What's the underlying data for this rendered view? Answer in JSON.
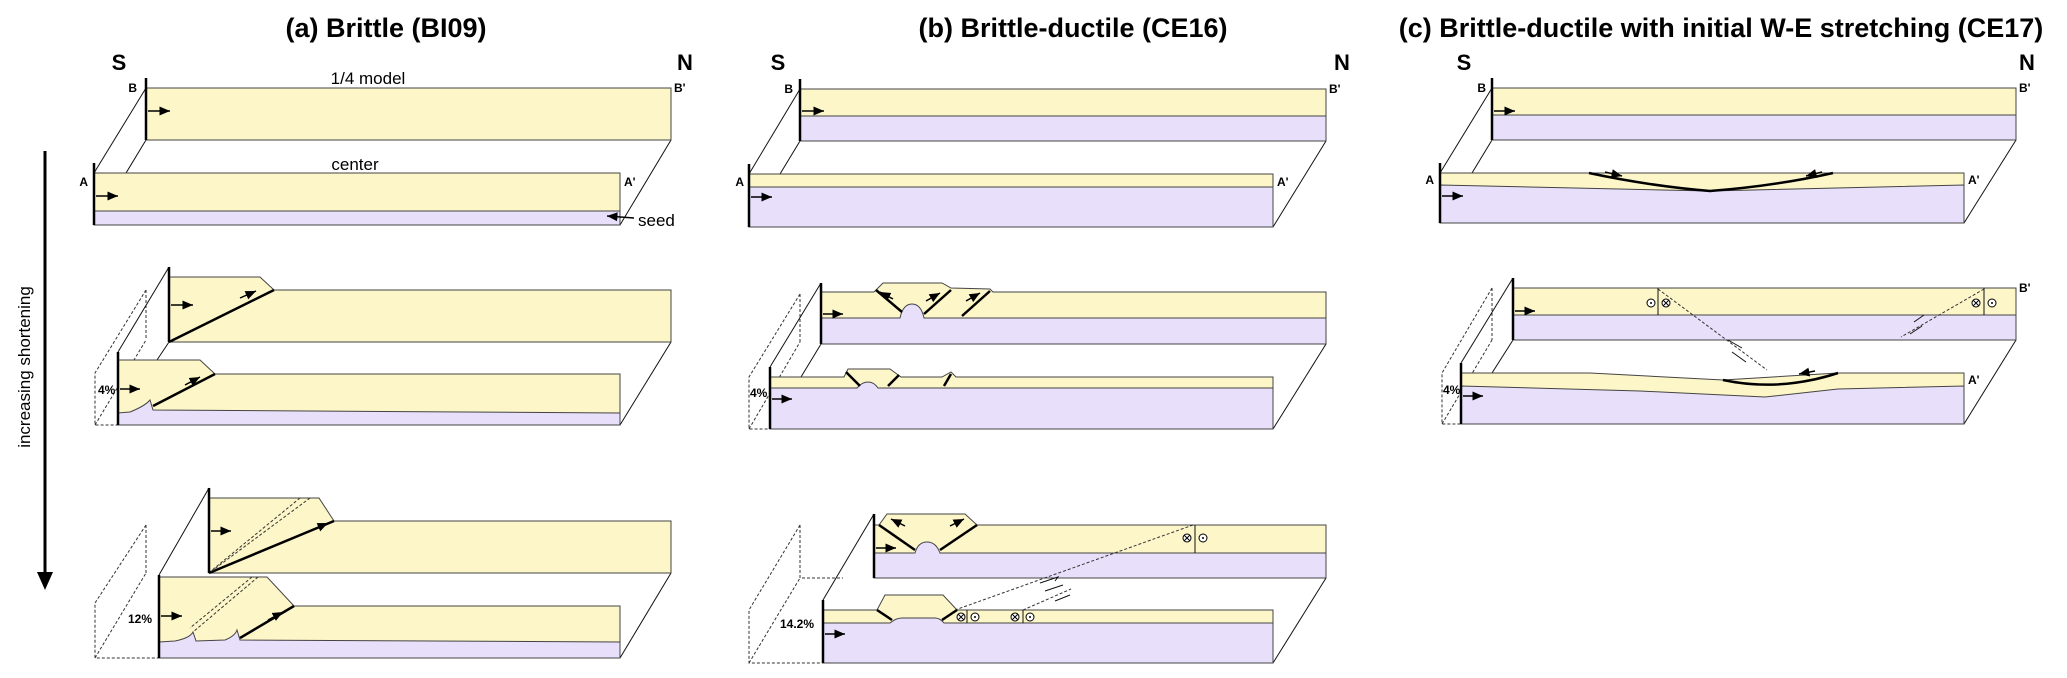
{
  "panels": {
    "a": {
      "title": "(a) Brittle (BI09)",
      "south": "S",
      "north": "N",
      "quarter_model": "1/4 model",
      "center": "center",
      "seed": "seed",
      "pct_row2": "4%",
      "pct_row3": "12%"
    },
    "b": {
      "title": "(b) Brittle-ductile (CE16)",
      "south": "S",
      "north": "N",
      "pct_row2": "4%",
      "pct_row3": "14.2%"
    },
    "c": {
      "title": "(c) Brittle-ductile with initial W-E stretching (CE17)",
      "south": "S",
      "north": "N",
      "pct_row2": "4%"
    }
  },
  "section_labels": {
    "b": "B",
    "b_prime": "B'",
    "a": "A",
    "a_prime": "A'"
  },
  "axis": {
    "label": "increasing shortening"
  },
  "colors": {
    "brittle_layer": "#fdf6c9",
    "ductile_layer": "#e8e0fb"
  }
}
